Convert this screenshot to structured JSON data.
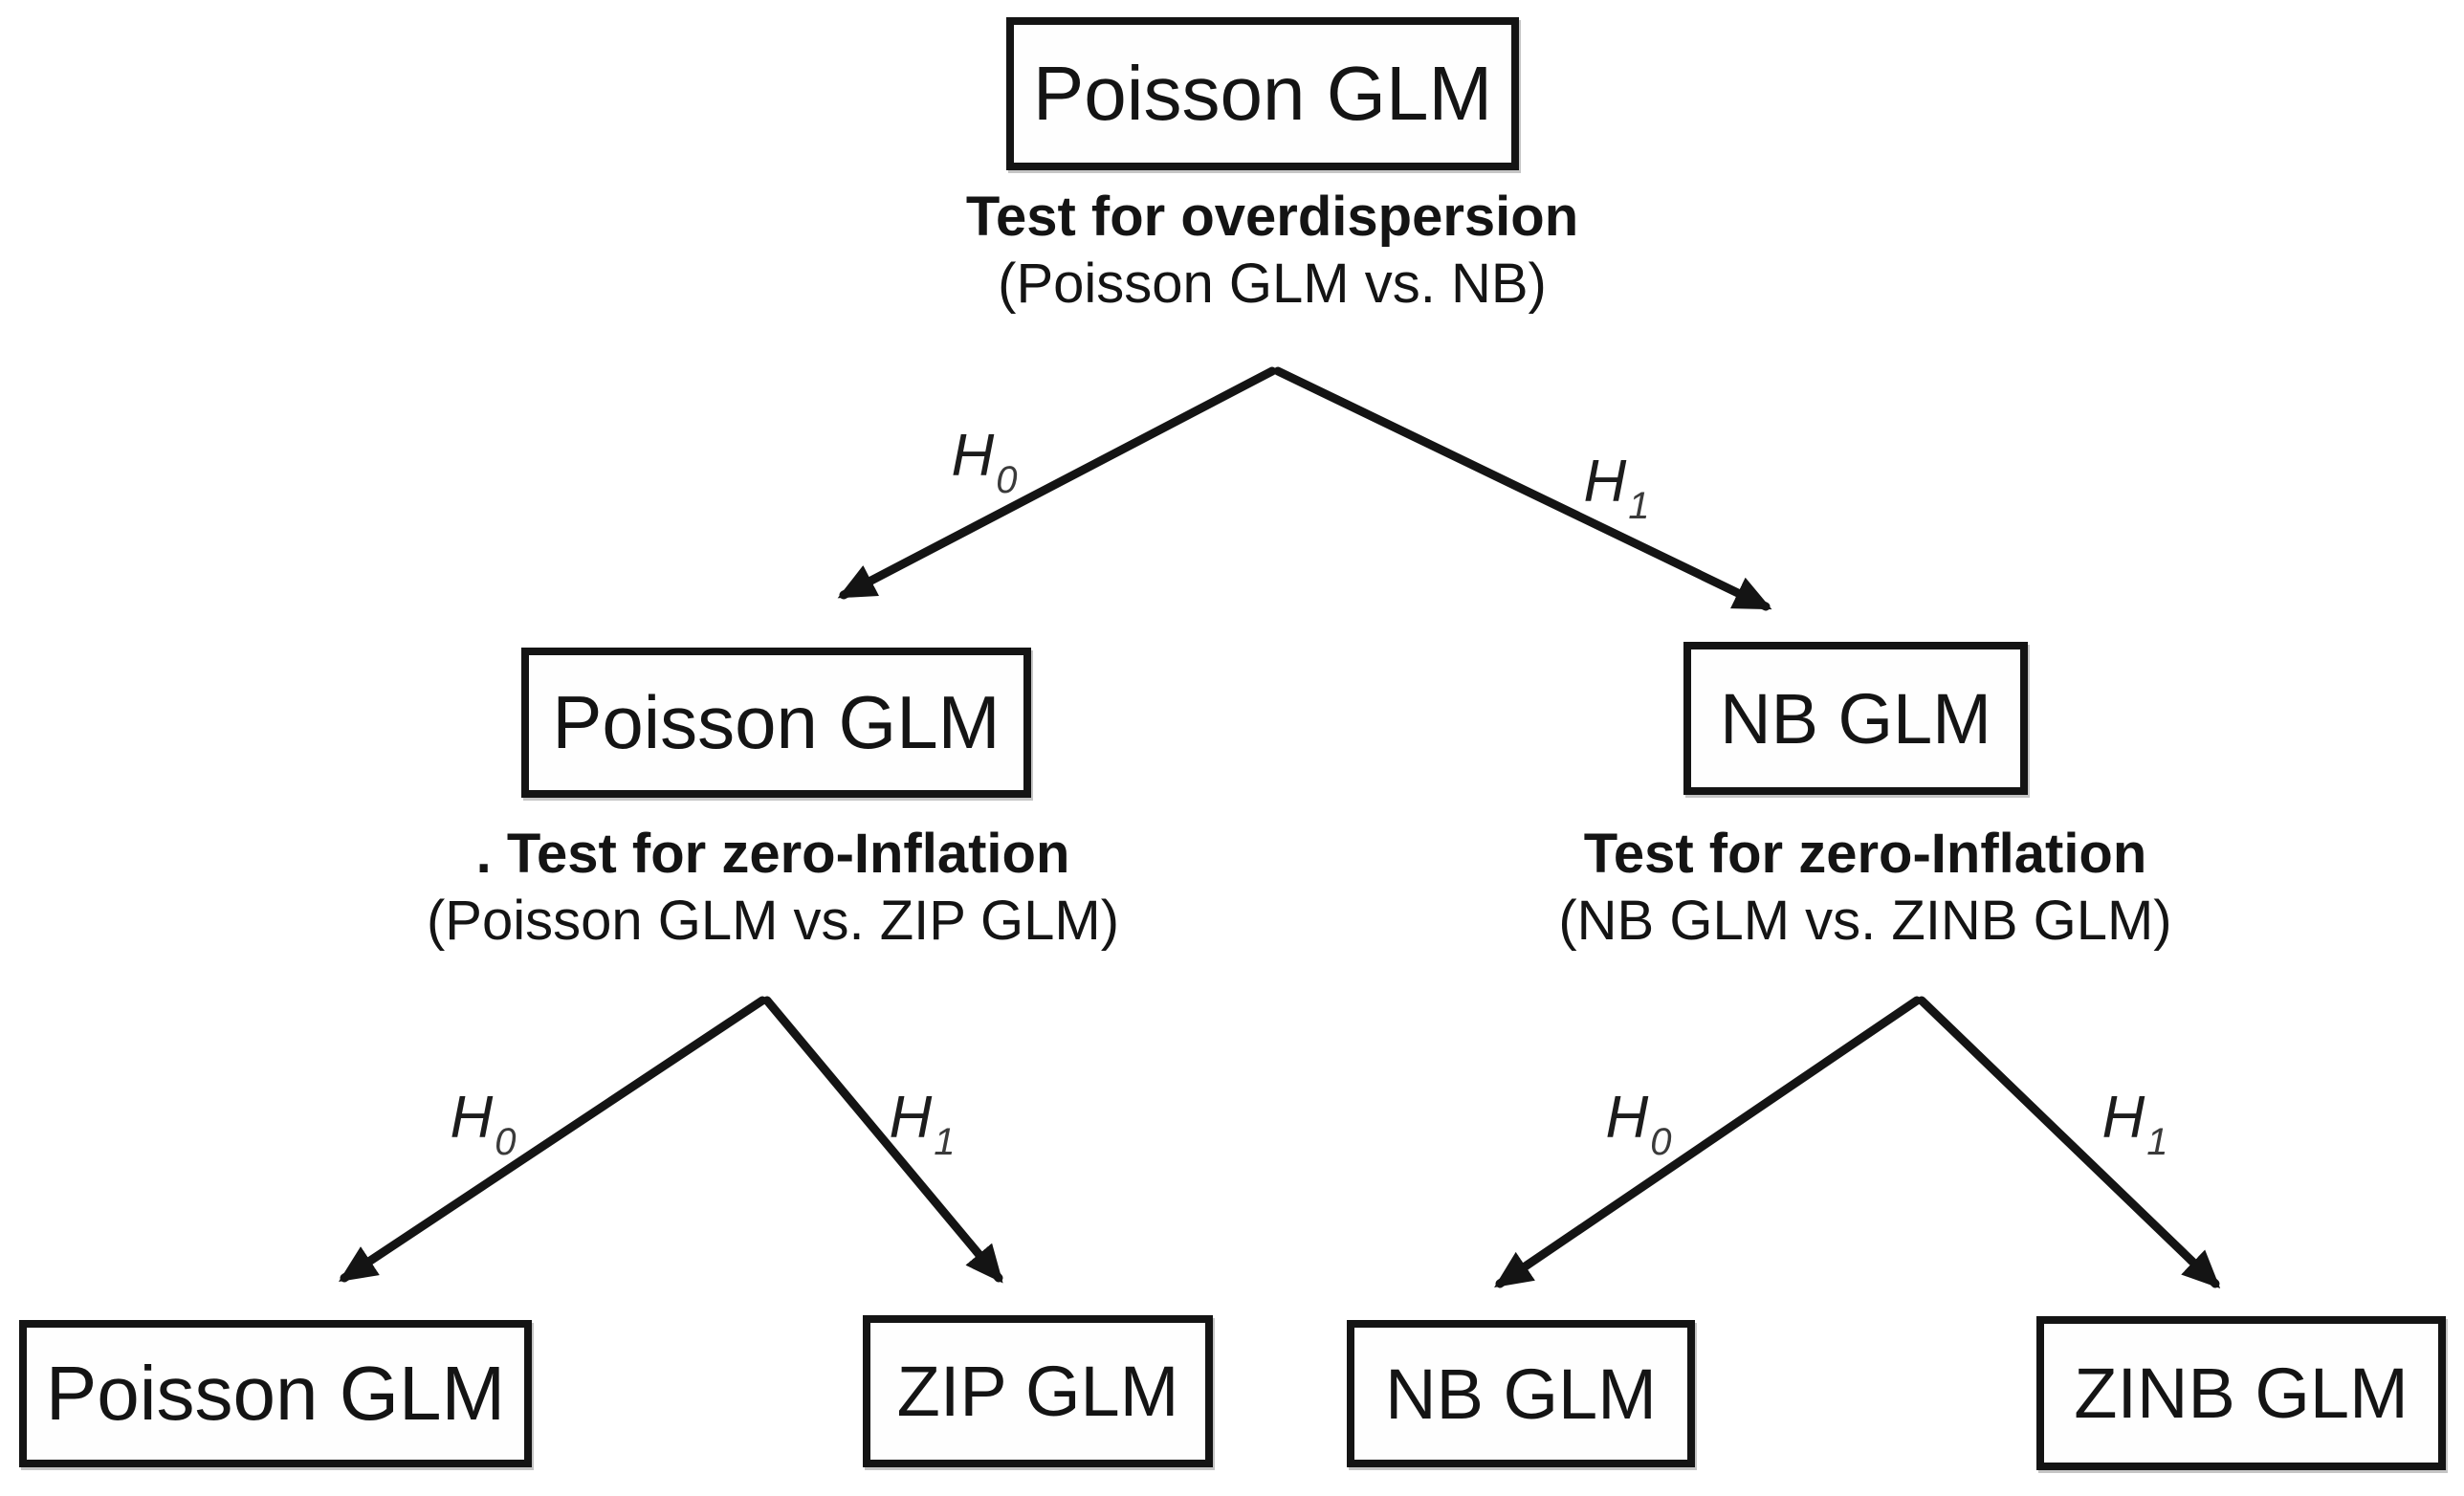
{
  "colors": {
    "ink": "#141414",
    "background": "#ffffff",
    "subscript_gray": "#3a3a3a"
  },
  "nodes": {
    "root": {
      "label": "Poisson GLM"
    },
    "mid_left": {
      "label": "Poisson GLM"
    },
    "mid_right": {
      "label": "NB GLM"
    },
    "leaf_poisson": {
      "label": "Poisson GLM"
    },
    "leaf_zip": {
      "label": "ZIP GLM"
    },
    "leaf_nb": {
      "label": "NB GLM"
    },
    "leaf_zinb": {
      "label": "ZINB GLM"
    }
  },
  "tests": {
    "overdispersion": {
      "title": "Test for overdispersion",
      "subtitle": "(Poisson GLM vs. NB)"
    },
    "zero_inflation_left": {
      "title": ". Test for zero-Inflation",
      "subtitle": "(Poisson GLM vs. ZIP GLM)"
    },
    "zero_inflation_right": {
      "title": "Test for zero-Inflation",
      "subtitle": "(NB GLM vs. ZINB GLM)"
    }
  },
  "hypotheses": {
    "h0": {
      "base": "H",
      "sub": "0"
    },
    "h1": {
      "base": "H",
      "sub": "1"
    }
  }
}
